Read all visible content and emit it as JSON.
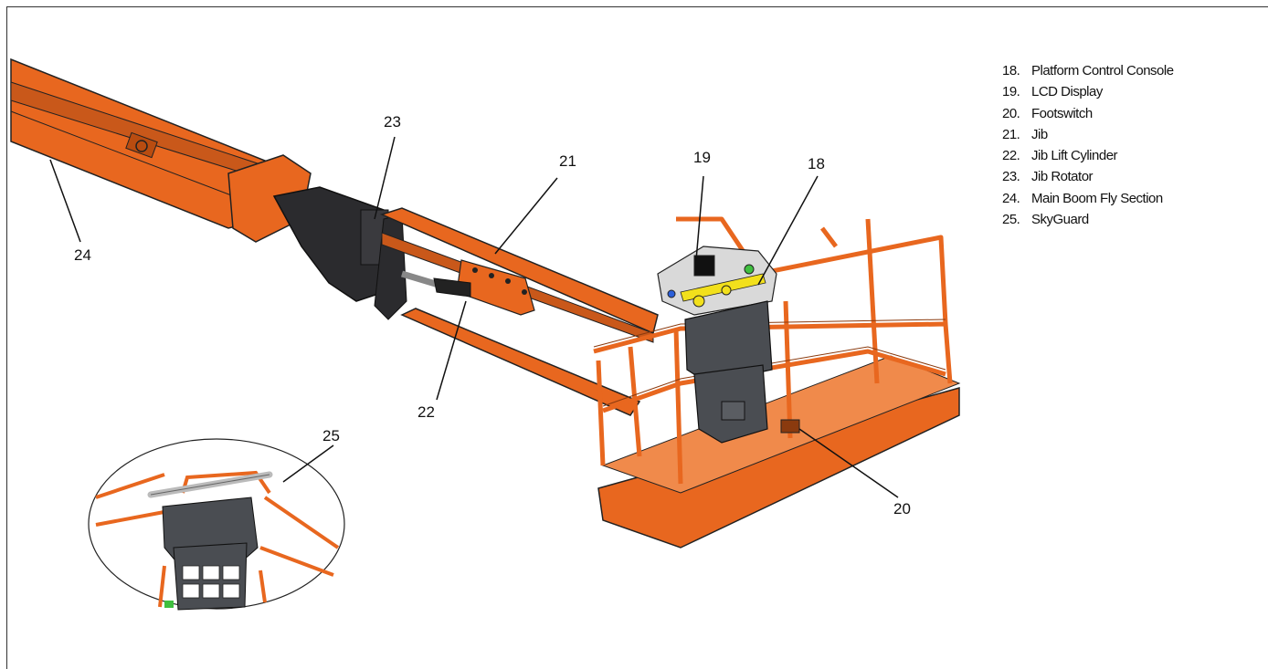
{
  "callouts": {
    "c18": "18",
    "c19": "19",
    "c20": "20",
    "c21": "21",
    "c22": "22",
    "c23": "23",
    "c24": "24",
    "c25": "25"
  },
  "legend": [
    {
      "num": "18.",
      "label": "Platform Control Console"
    },
    {
      "num": "19.",
      "label": "LCD Display"
    },
    {
      "num": "20.",
      "label": "Footswitch"
    },
    {
      "num": "21.",
      "label": "Jib"
    },
    {
      "num": "22.",
      "label": "Jib Lift Cylinder"
    },
    {
      "num": "23.",
      "label": "Jib Rotator"
    },
    {
      "num": "24.",
      "label": "Main Boom Fly Section"
    },
    {
      "num": "25.",
      "label": "SkyGuard"
    }
  ],
  "colors": {
    "orange": "#e8671f",
    "orange_dark": "#b94c10",
    "console_gray": "#4a4d52",
    "yellow": "#f2e01c",
    "green": "#3fbf3f"
  },
  "icons": [
    "platform-illustration",
    "skyguard-detail-illustration"
  ]
}
